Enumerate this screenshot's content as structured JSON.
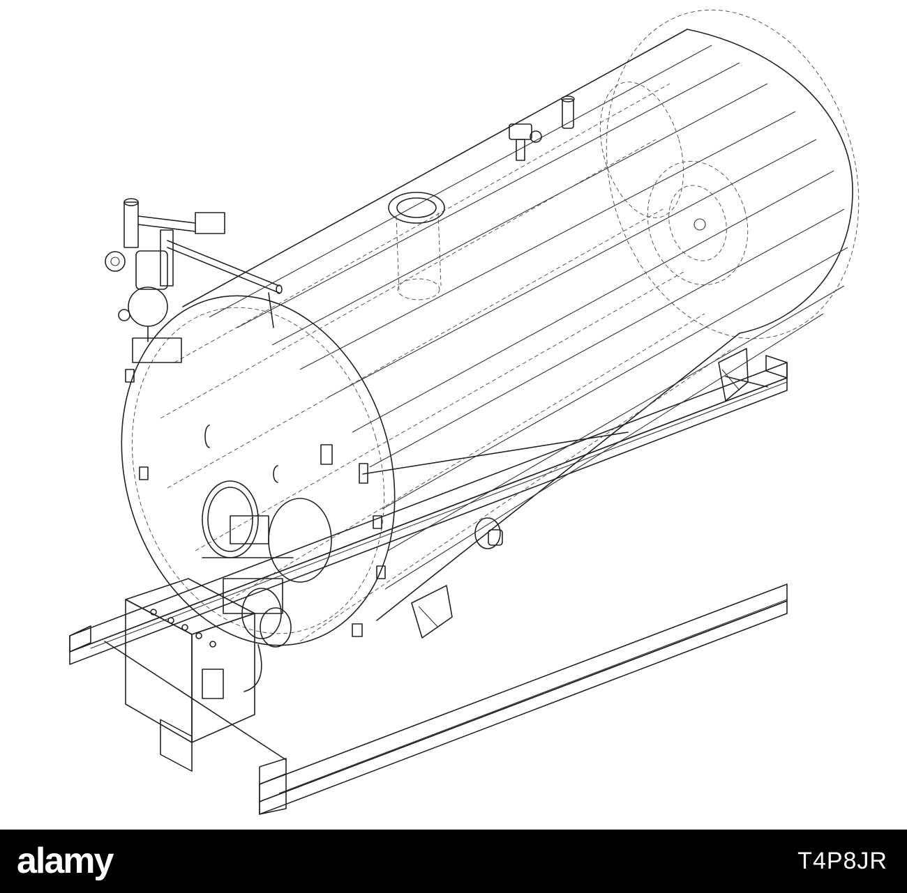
{
  "image": {
    "subject": "steam-boiler",
    "colors": {
      "background": "#ffffff",
      "line": "#222222",
      "hidden_line": "#555555",
      "footer": "#000000",
      "footer_text": "#ffffff"
    }
  },
  "footer": {
    "brand_logo_text": "alamy",
    "image_id": "T4P8JR"
  }
}
